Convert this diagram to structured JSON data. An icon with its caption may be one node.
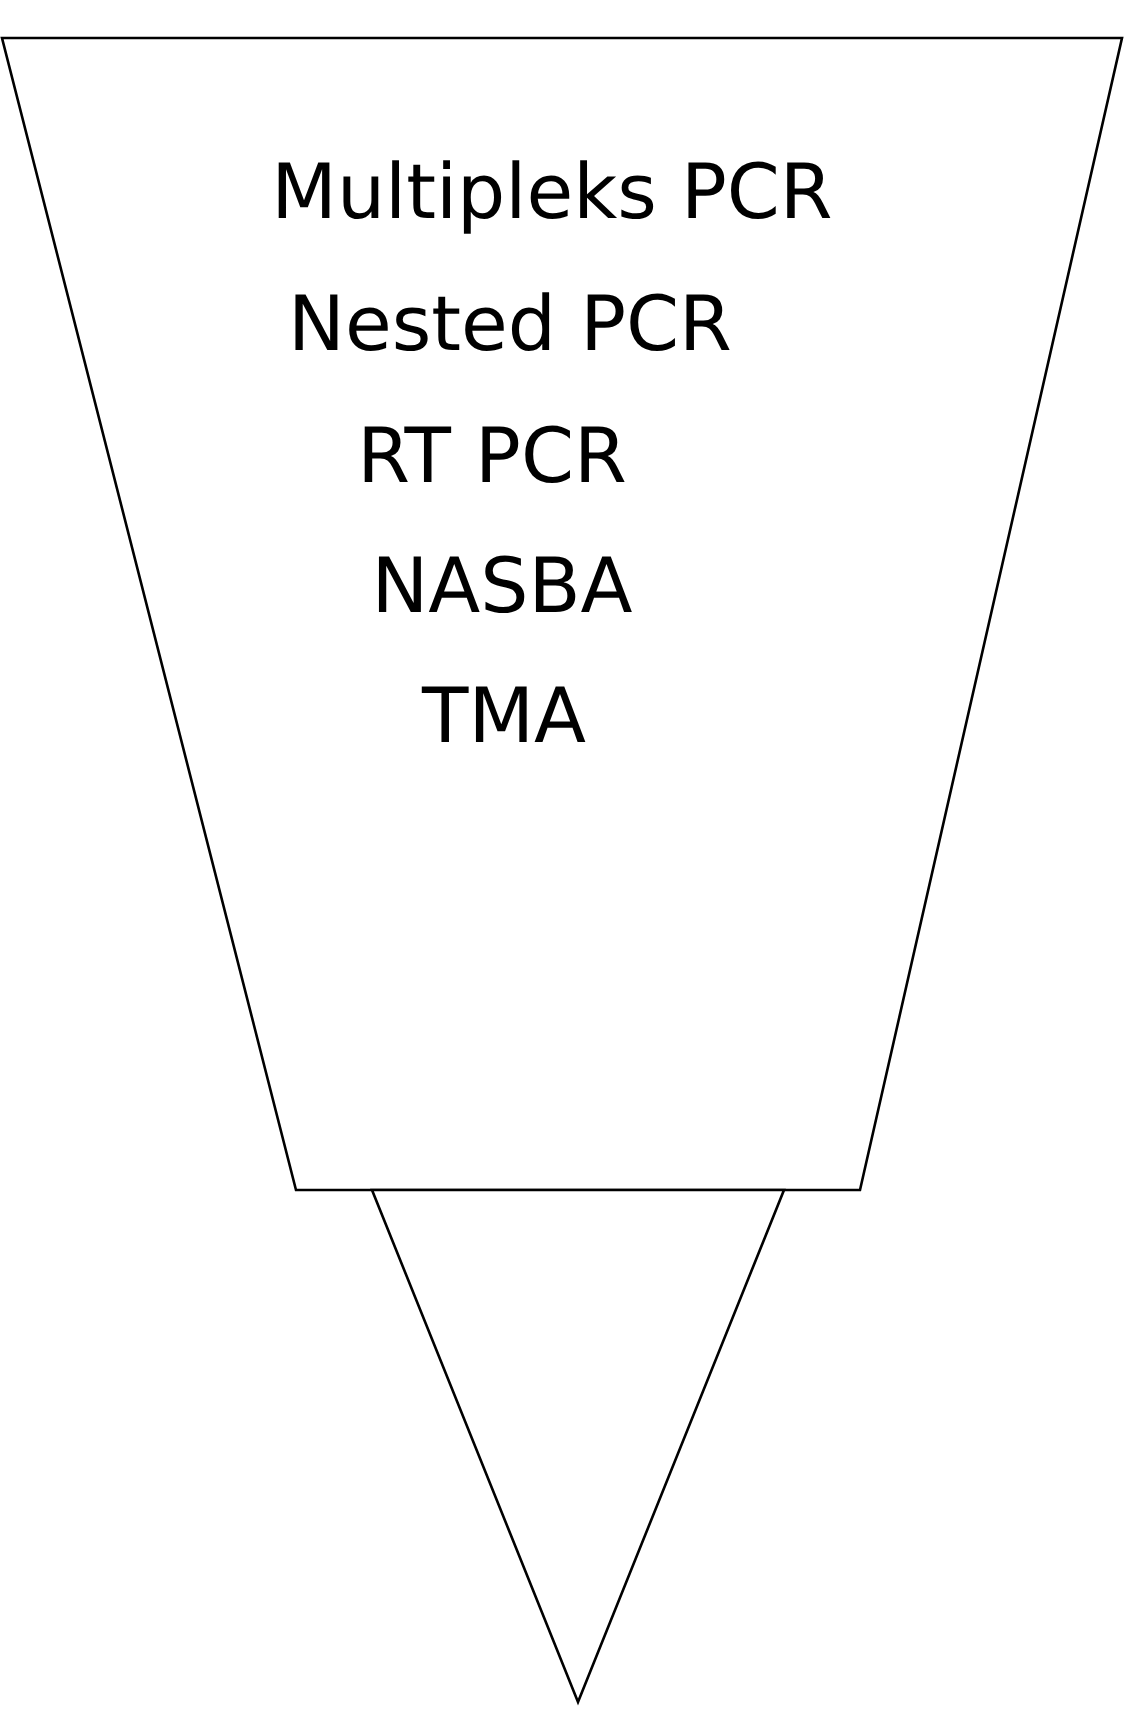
{
  "diagram": {
    "nodes": [
      {
        "text": [
          "Multipleks PCR",
          "Nested PCR",
          "RT PCR",
          "NASBA",
          "TMA"
        ]
      },
      {
        "text": [],
        "shape": "triangle"
      }
    ]
  }
}
